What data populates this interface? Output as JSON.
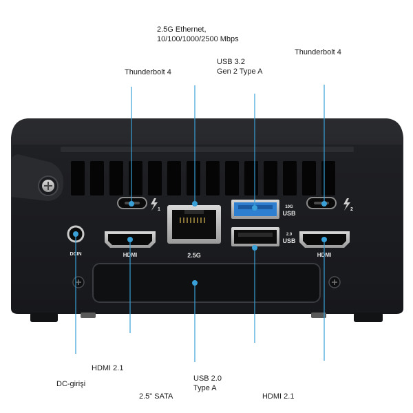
{
  "callouts": {
    "ethernet": {
      "line1": "2.5G Ethernet,",
      "line2": "10/100/1000/2500 Mbps"
    },
    "usb32": {
      "line1": "USB 3.2",
      "line2": "Gen 2 Type A"
    },
    "tb4_left": "Thunderbolt 4",
    "tb4_right": "Thunderbolt 4",
    "hdmi_left": "HDMI 2.1",
    "dc_in": "DC-girişi",
    "usb20": {
      "line1": "USB 2.0",
      "line2": "Type A"
    },
    "sata": "2.5\" SATA",
    "hdmi_right": "HDMI 2.1"
  },
  "device_markings": {
    "hdmi_left": "HDMI",
    "hdmi_right": "HDMI",
    "ethernet": "2.5G",
    "dcin": "DCIN",
    "usb_top_speed": "10G",
    "usb_top_label": "USB",
    "usb_bottom_speed": "2.0",
    "usb_bottom_label": "USB",
    "tb_left_num": "1",
    "tb_right_num": "2"
  },
  "colors": {
    "callout_line": "#3aa0d8",
    "chassis": "#1b1c1f",
    "usb3_port": "#2f7fd1"
  }
}
